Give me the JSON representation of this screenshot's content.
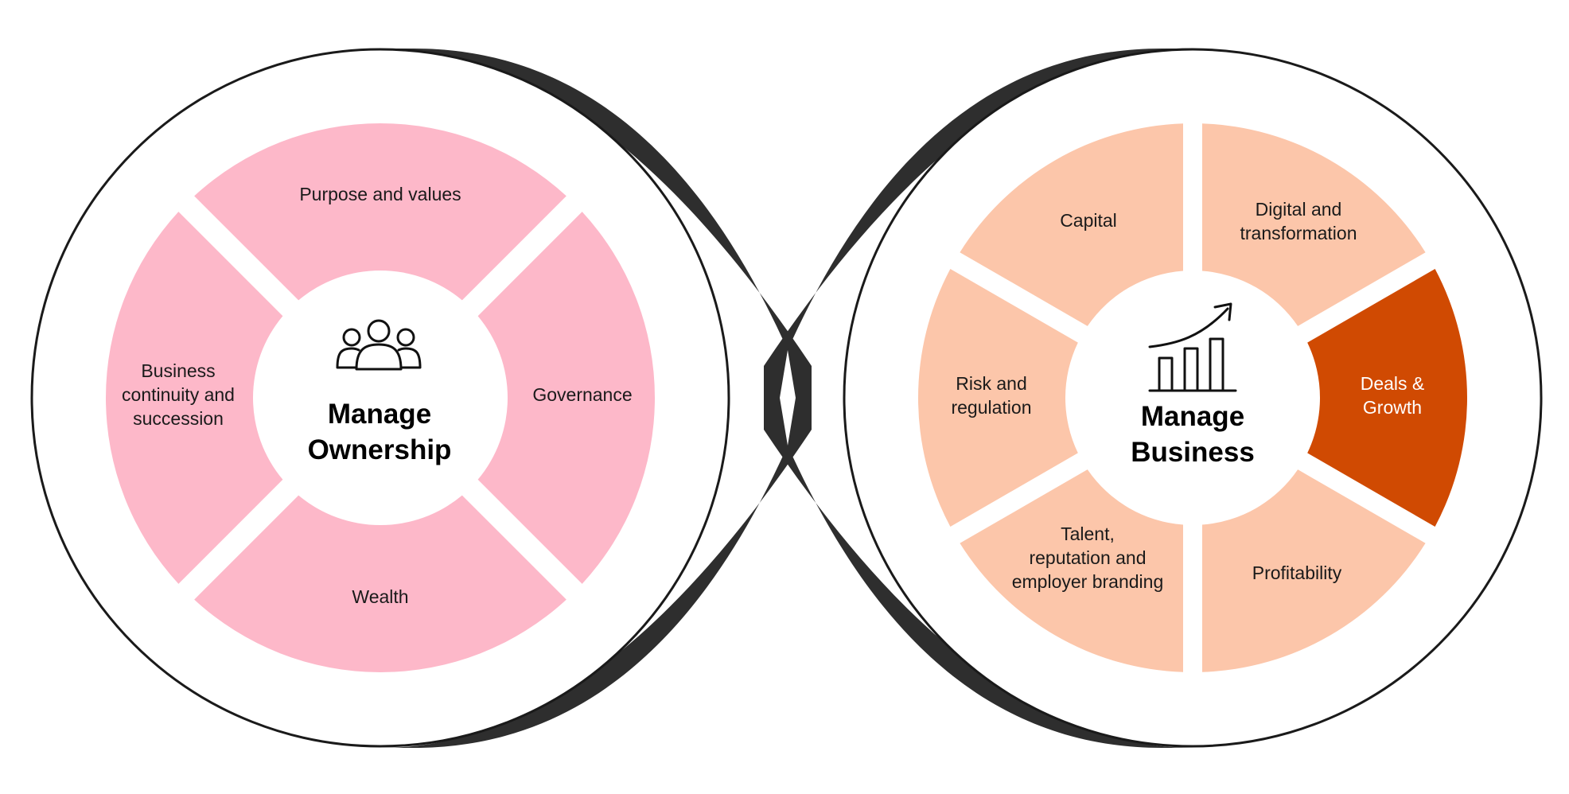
{
  "colors": {
    "ribbon": "#2e2e2e",
    "ownership_segment": "#fdb8c9",
    "business_segment": "#fcc6aa",
    "business_highlight": "#d04a02",
    "circle_outline": "#1a1a1a",
    "background": "#ffffff"
  },
  "ownership": {
    "title_line1": "Manage",
    "title_line2": "Ownership",
    "icon": "people-group-icon",
    "segments": [
      {
        "id": "purpose",
        "lines": [
          "Purpose and values"
        ]
      },
      {
        "id": "governance",
        "lines": [
          "Governance"
        ]
      },
      {
        "id": "wealth",
        "lines": [
          "Wealth"
        ]
      },
      {
        "id": "continuity",
        "lines": [
          "Business",
          "continuity and",
          "succession"
        ]
      }
    ]
  },
  "business": {
    "title_line1": "Manage",
    "title_line2": "Business",
    "icon": "growth-chart-icon",
    "segments": [
      {
        "id": "digital",
        "lines": [
          "Digital and",
          "transformation"
        ],
        "highlight": false
      },
      {
        "id": "deals",
        "lines": [
          "Deals &",
          "Growth"
        ],
        "highlight": true
      },
      {
        "id": "profitability",
        "lines": [
          "Profitability"
        ],
        "highlight": false
      },
      {
        "id": "talent",
        "lines": [
          "Talent,",
          "reputation and",
          "employer branding"
        ],
        "highlight": false
      },
      {
        "id": "risk",
        "lines": [
          "Risk and",
          "regulation"
        ],
        "highlight": false
      },
      {
        "id": "capital",
        "lines": [
          "Capital"
        ],
        "highlight": false
      }
    ]
  }
}
